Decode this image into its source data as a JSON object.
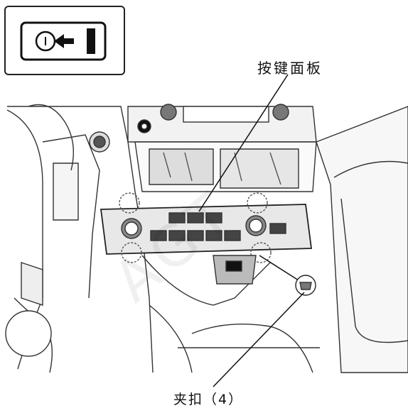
{
  "labels": {
    "panel": "按键面板",
    "clips": "夹扣（4）"
  },
  "icons": {
    "removal_direction": "pull-out-arrow-icon"
  },
  "watermark": "AGT"
}
